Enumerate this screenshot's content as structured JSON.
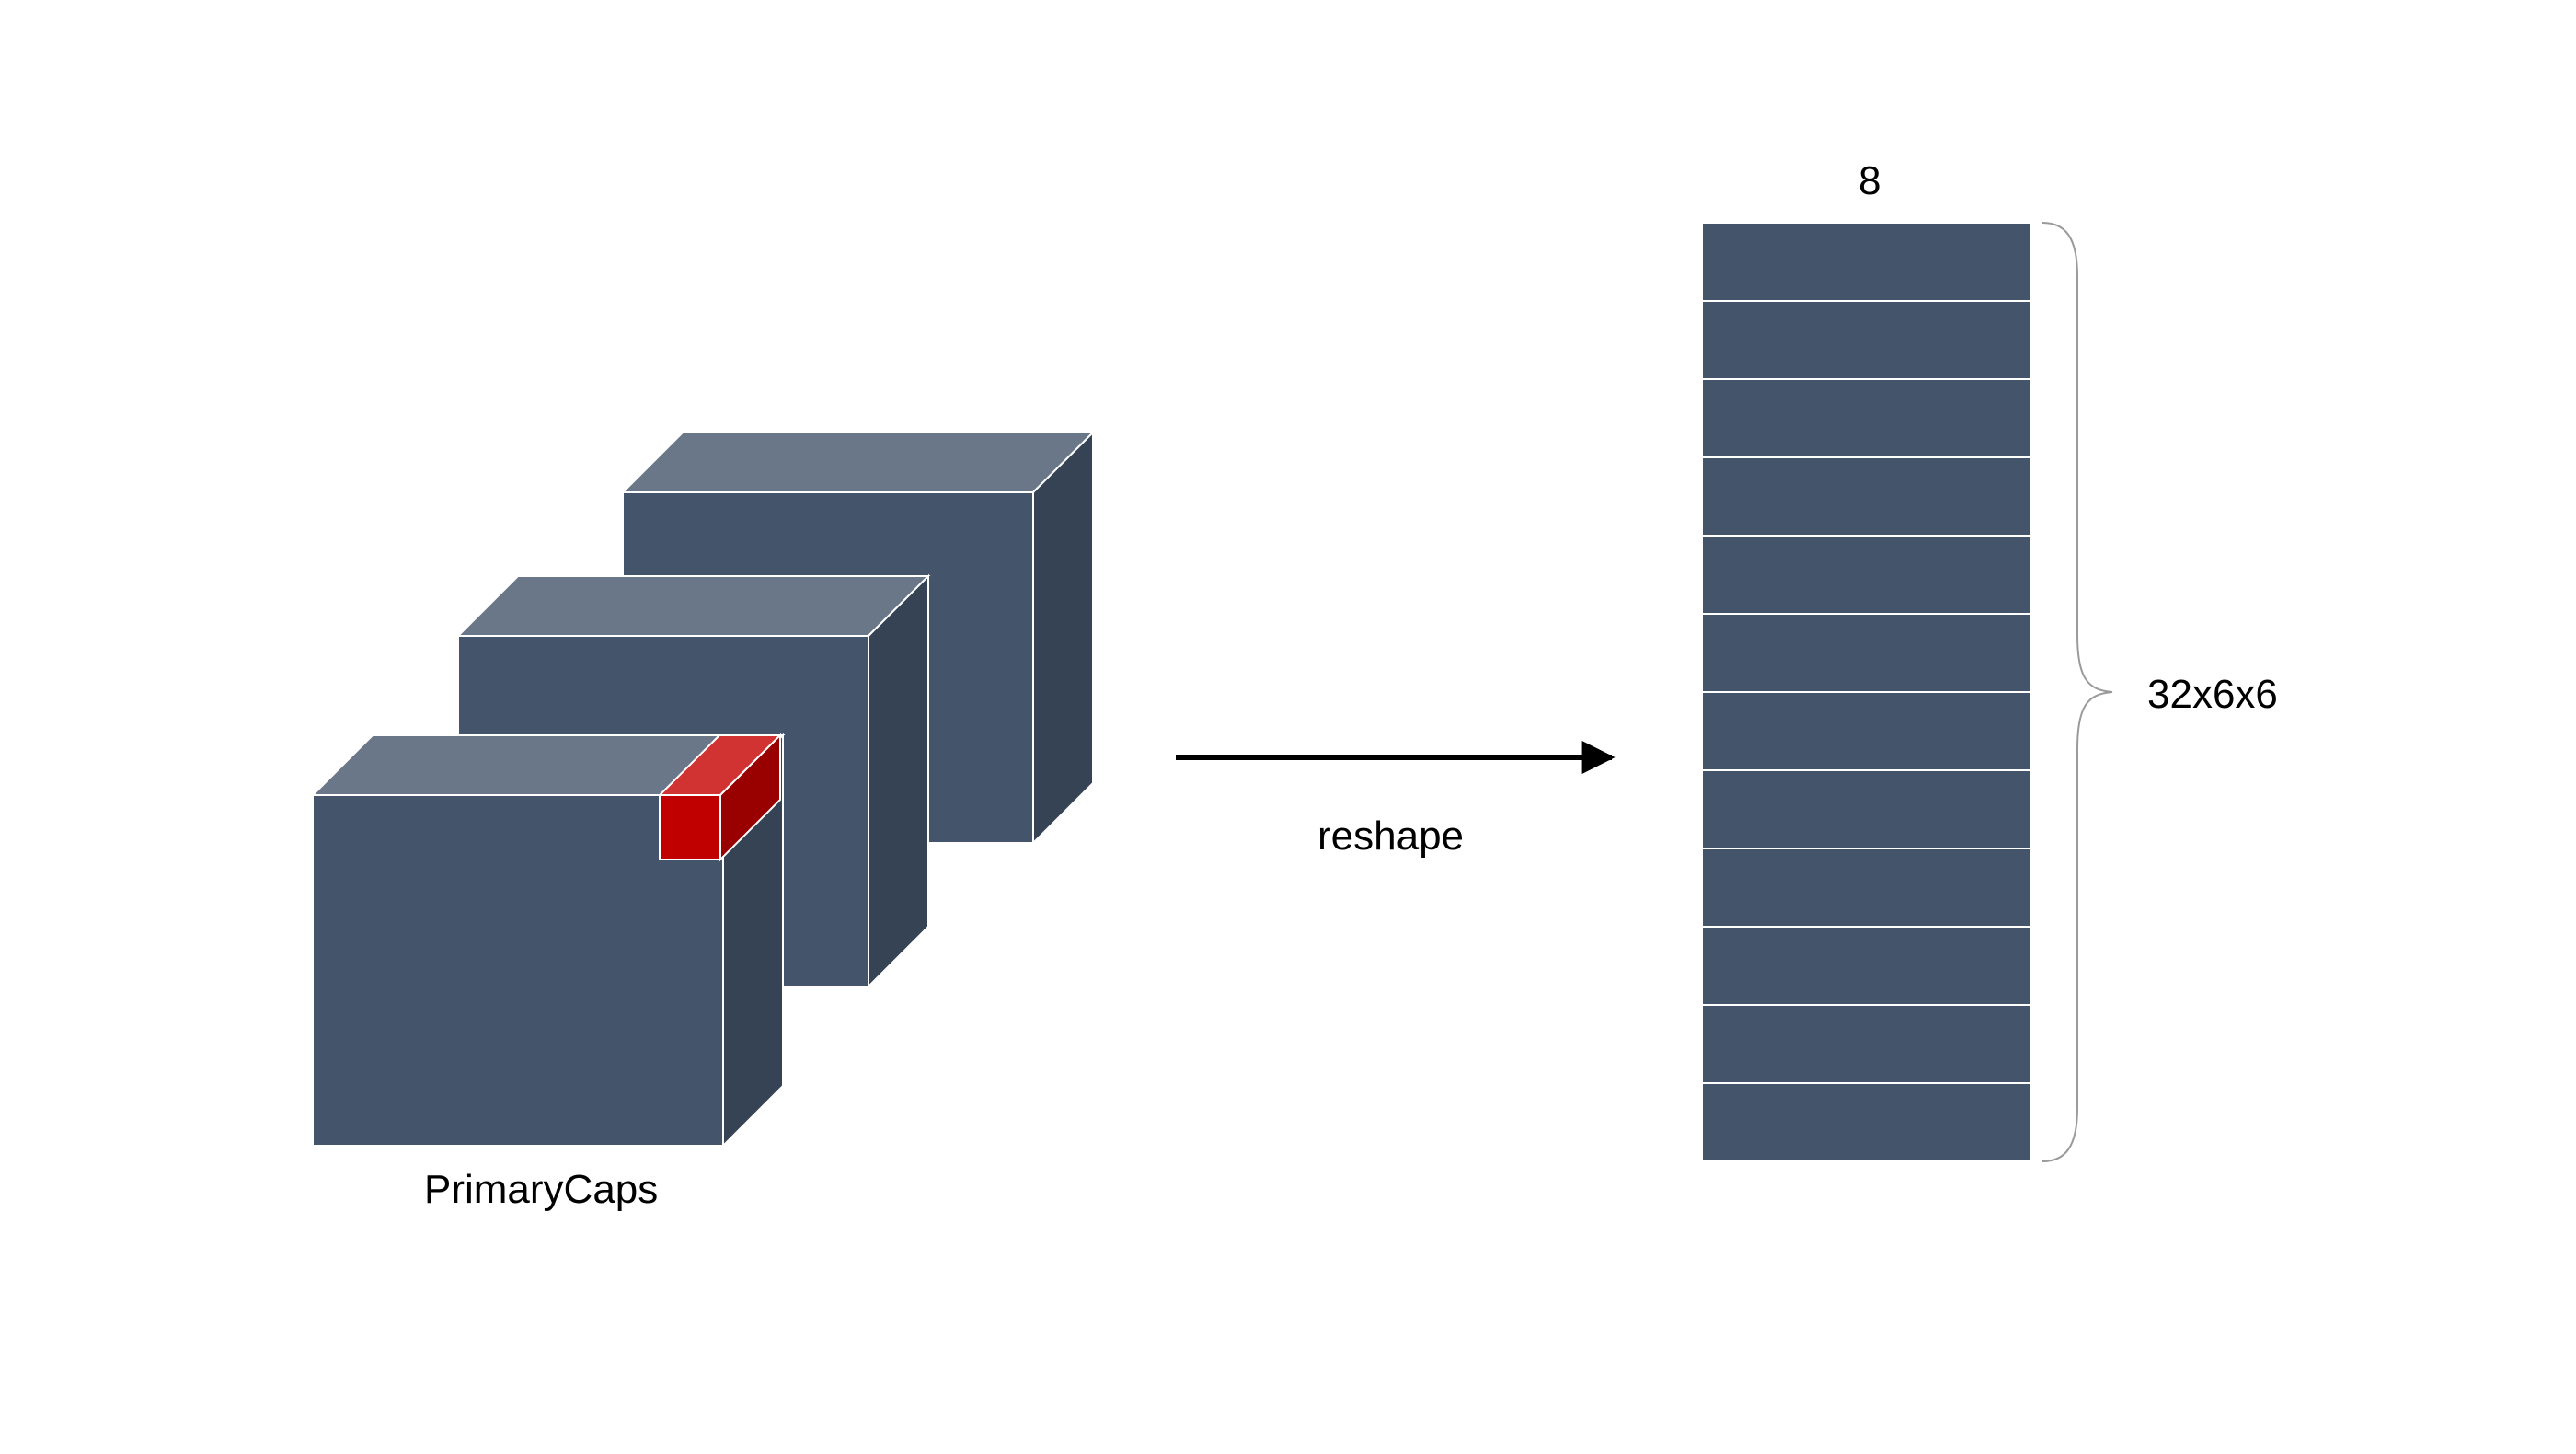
{
  "diagram": {
    "layer_label": "PrimaryCaps",
    "operation_label": "reshape",
    "vector_length_label": "8",
    "capsule_count_label": "32x6x6",
    "capsule_rows": 12,
    "feature_maps": 3
  },
  "colors": {
    "block_front": "#44546A",
    "block_top": "#6A7788",
    "block_side": "#364354",
    "capsule_front": "#C00000",
    "capsule_top": "#D13333",
    "capsule_side": "#990000",
    "arrow": "#000000",
    "edge": "#ffffff"
  }
}
